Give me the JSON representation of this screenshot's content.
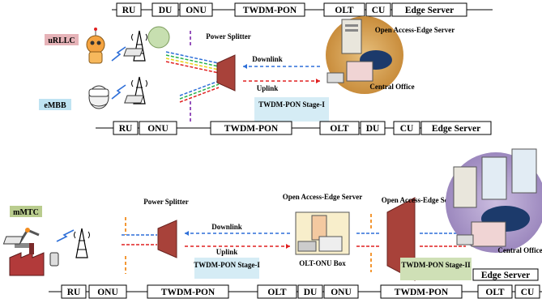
{
  "top_stack": [
    "RU",
    "DU",
    "ONU",
    "TWDM-PON",
    "OLT",
    "CU",
    "Edge Server"
  ],
  "scenario1": {
    "service_tags": {
      "urllc": "uRLLC",
      "embb": "eMBB"
    },
    "splitter_label": "Power Splitter",
    "downlink": "Downlink",
    "uplink": "Uplink",
    "stage_label": "TWDM-PON Stage-I",
    "server_label": "Open Access-Edge Server",
    "office_label": "Central Office",
    "bottom_stack": [
      "RU",
      "ONU",
      "TWDM-PON",
      "OLT",
      "DU",
      "CU",
      "Edge Server"
    ]
  },
  "scenario2": {
    "service_tag": "mMTC",
    "splitter_label": "Power Splitter",
    "downlink": "Downlink",
    "uplink": "Uplink",
    "stage1_label": "TWDM-PON Stage-I",
    "server_label": "Open Access-Edge Server",
    "box_label": "OLT-ONU Box",
    "server2_label": "Open Access-Edge Server",
    "stage2_label": "TWDM-PON Stage-II",
    "office_label": "Central Office",
    "edge_server_label": "Edge Server",
    "bottom_stack": [
      "RU",
      "ONU",
      "TWDM-PON",
      "OLT",
      "DU",
      "ONU",
      "TWDM-PON",
      "OLT",
      "CU"
    ]
  },
  "colors": {
    "downlink_blue": "#2e6fd8",
    "uplink_red": "#e02020",
    "orange_dash": "#f28c1e",
    "purple_dash": "#8a3fb5",
    "splitter": "#a8423a",
    "urllc_bg": "#e6b3b8",
    "embb_bg": "#bfe3f2",
    "mmtc_bg": "#b9cc8e",
    "stage_bg": "#d5ecf5",
    "stage2_bg": "#cfe0b6",
    "office_circle_top": "#d9a55a",
    "office_circle_bottom": "#b4a2cf"
  }
}
